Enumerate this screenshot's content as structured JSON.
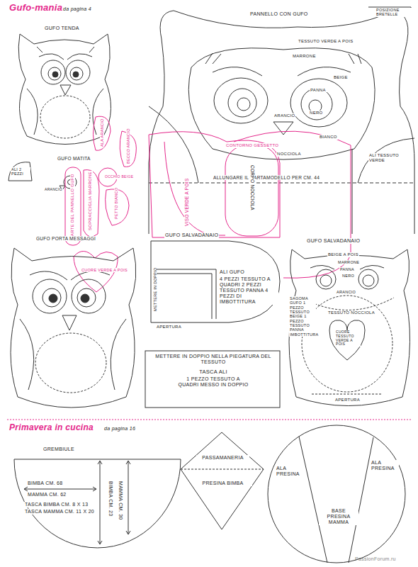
{
  "diagram": {
    "title": "Gufo-mania",
    "nodes": [
      {
        "text": [
          "ALI GUFO",
          "4 PEZZI TESSUTO A QUADRI 2 PEZZI TESSUTO PANNA 4 PEZZI DI IMBOTTITURA"
        ]
      },
      {
        "text": [
          "METTERE IN DOPPIO NELLA PIEGATURA DEL TESSUTO",
          "TASCA ALI",
          "1 PEZZO TESSUTO A QUADRI MESSO IN DOPPIO"
        ]
      },
      {
        "text": [
          "GREMBIULE",
          "BIMBA CM. 68",
          "MAMMA CM. 62",
          "TASCA BIMBA CM. 8 X 13",
          "TASCA MAMMA CM. 11 X 20",
          "BIMBA CM. 23",
          "MAMMA CM. 30"
        ]
      },
      {
        "text": [
          "PASSAMANERIA"
        ]
      },
      {
        "text": [
          "PRESINA BIMBA"
        ]
      },
      {
        "text": [
          "ALA PRESINA",
          "ALA PRESINA",
          "BASE PRESINA MAMMA"
        ]
      }
    ],
    "labels": [
      "da pagina 4",
      "GUFO TENDA",
      "PANNELLO CON GUFO",
      "POSIZIONE BRETELLE",
      "MARRONE",
      "BEIGE",
      "PANNA",
      "NERO",
      "ARANCIO",
      "BIANCO",
      "NOCCIOLA",
      "ALI TESSUTO VERDE",
      "TESSUTO VERDE A POIS",
      "ALLUNGARE IL CARTAMODELLO PER CM. 44",
      "CONTORNO GESSETTO",
      "GUFO MATITA",
      "ALI 2 PEZZI",
      "ARANCIO",
      "ALA ARANCIO",
      "BECCO ARANCIO",
      "OCCHIO BEIGE",
      "PARTE DEL PANNELLO GUFO",
      "SOPRACCIGLIA MARRONE",
      "PETTO BIANCO",
      "VISO VERDE A POIS",
      "CORPO NOCCIOLA",
      "GUFO PORTA MESSAGGI",
      "CUORE VERDE A POIS",
      "GUFO SALVADANAIO",
      "METTERE IN DOPPIO",
      "APERTURA",
      "GUFO SALVADANAIO",
      "BEIGE A POIS",
      "MARRONE",
      "PANNA",
      "NERO",
      "ARANCIO",
      "SAGOMA GUFO 1 PEZZO TESSUTO BEIGE 1 PEZZO TESSUTO PANNA IMBOTTITURA",
      "TESSUTO NOCCIOLA",
      "CUORE TESSUTO VERDE A POIS",
      "APERTURA",
      "Primavera in cucina",
      "da pagina 16",
      "PassionForum.ru"
    ]
  }
}
